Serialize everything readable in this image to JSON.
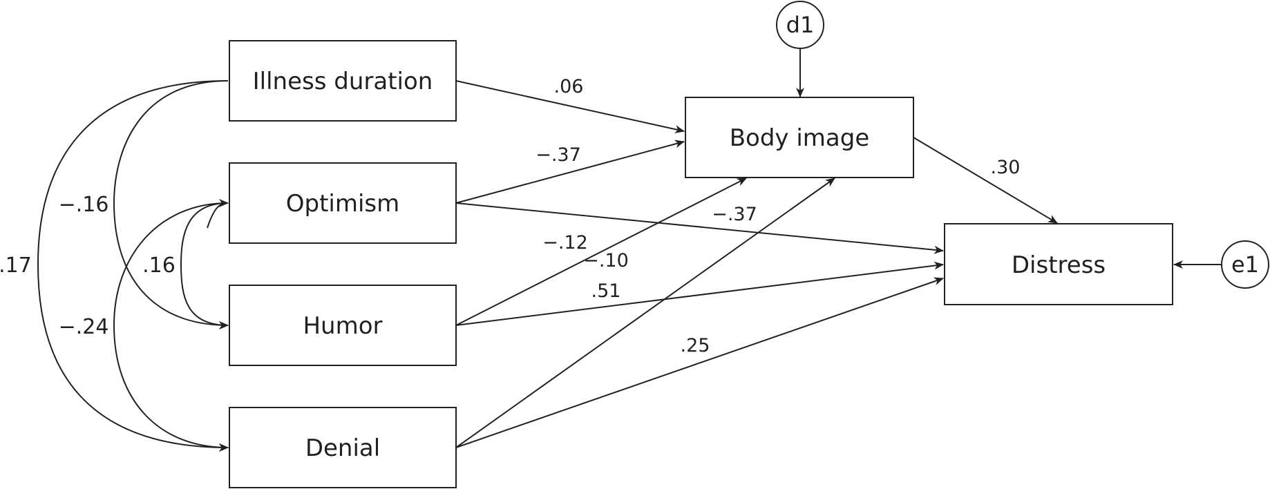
{
  "diagram": {
    "type": "path model",
    "colors": {
      "ink": "#231f20",
      "background": "#ffffff"
    },
    "nodes": {
      "illness_duration": "Illness duration",
      "optimism": "Optimism",
      "humor": "Humor",
      "denial": "Denial",
      "body_image": "Body image",
      "distress": "Distress",
      "d1": "d1",
      "e1": "e1"
    },
    "paths": {
      "illness_to_body": ".06",
      "optimism_to_body": "−.37",
      "optimism_to_distress": "−.37",
      "humor_to_body": "−.12",
      "humor_to_distress": ".51",
      "denial_to_body": "−.10",
      "denial_to_distress": ".25",
      "body_to_distress": ".30"
    },
    "covariances": {
      "illness_humor": "−.16",
      "illness_denial": ".17",
      "optimism_humor": ".16",
      "optimism_denial": "−.24"
    }
  }
}
